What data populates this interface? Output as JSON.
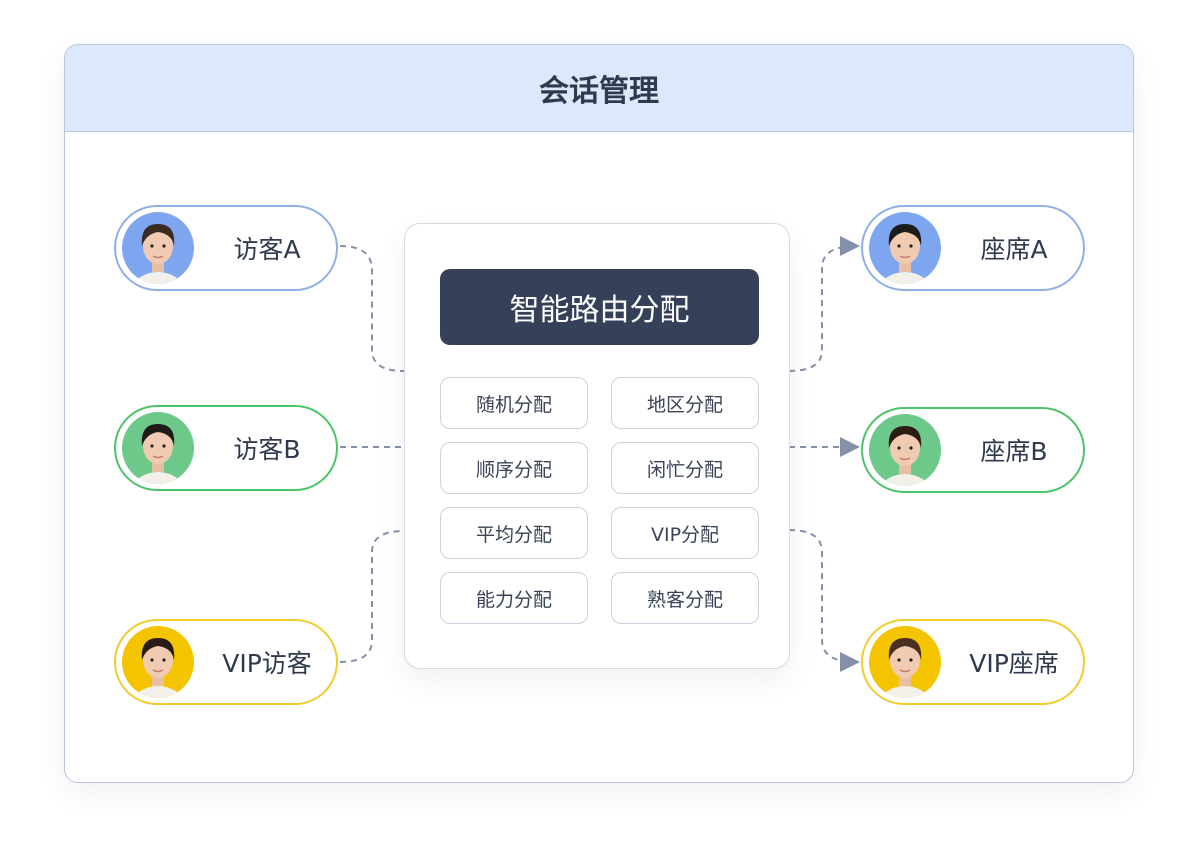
{
  "header": {
    "title": "会话管理"
  },
  "router": {
    "title": "智能路由分配",
    "strategies": [
      "随机分配",
      "地区分配",
      "顺序分配",
      "闲忙分配",
      "平均分配",
      "VIP分配",
      "能力分配",
      "熟客分配"
    ]
  },
  "visitors": [
    {
      "label": "访客A",
      "color": "#8fb0e6",
      "avatar_bg": "#7ea6f0"
    },
    {
      "label": "访客B",
      "color": "#4cc46a",
      "avatar_bg": "#6cc98a"
    },
    {
      "label": "VIP访客",
      "color": "#f0cc30",
      "avatar_bg": "#f5c400"
    }
  ],
  "agents": [
    {
      "label": "座席A",
      "color": "#8fb0e6",
      "avatar_bg": "#7ea6f0"
    },
    {
      "label": "座席B",
      "color": "#4cc46a",
      "avatar_bg": "#6cc98a"
    },
    {
      "label": "VIP座席",
      "color": "#f0cc30",
      "avatar_bg": "#f5c400"
    }
  ]
}
